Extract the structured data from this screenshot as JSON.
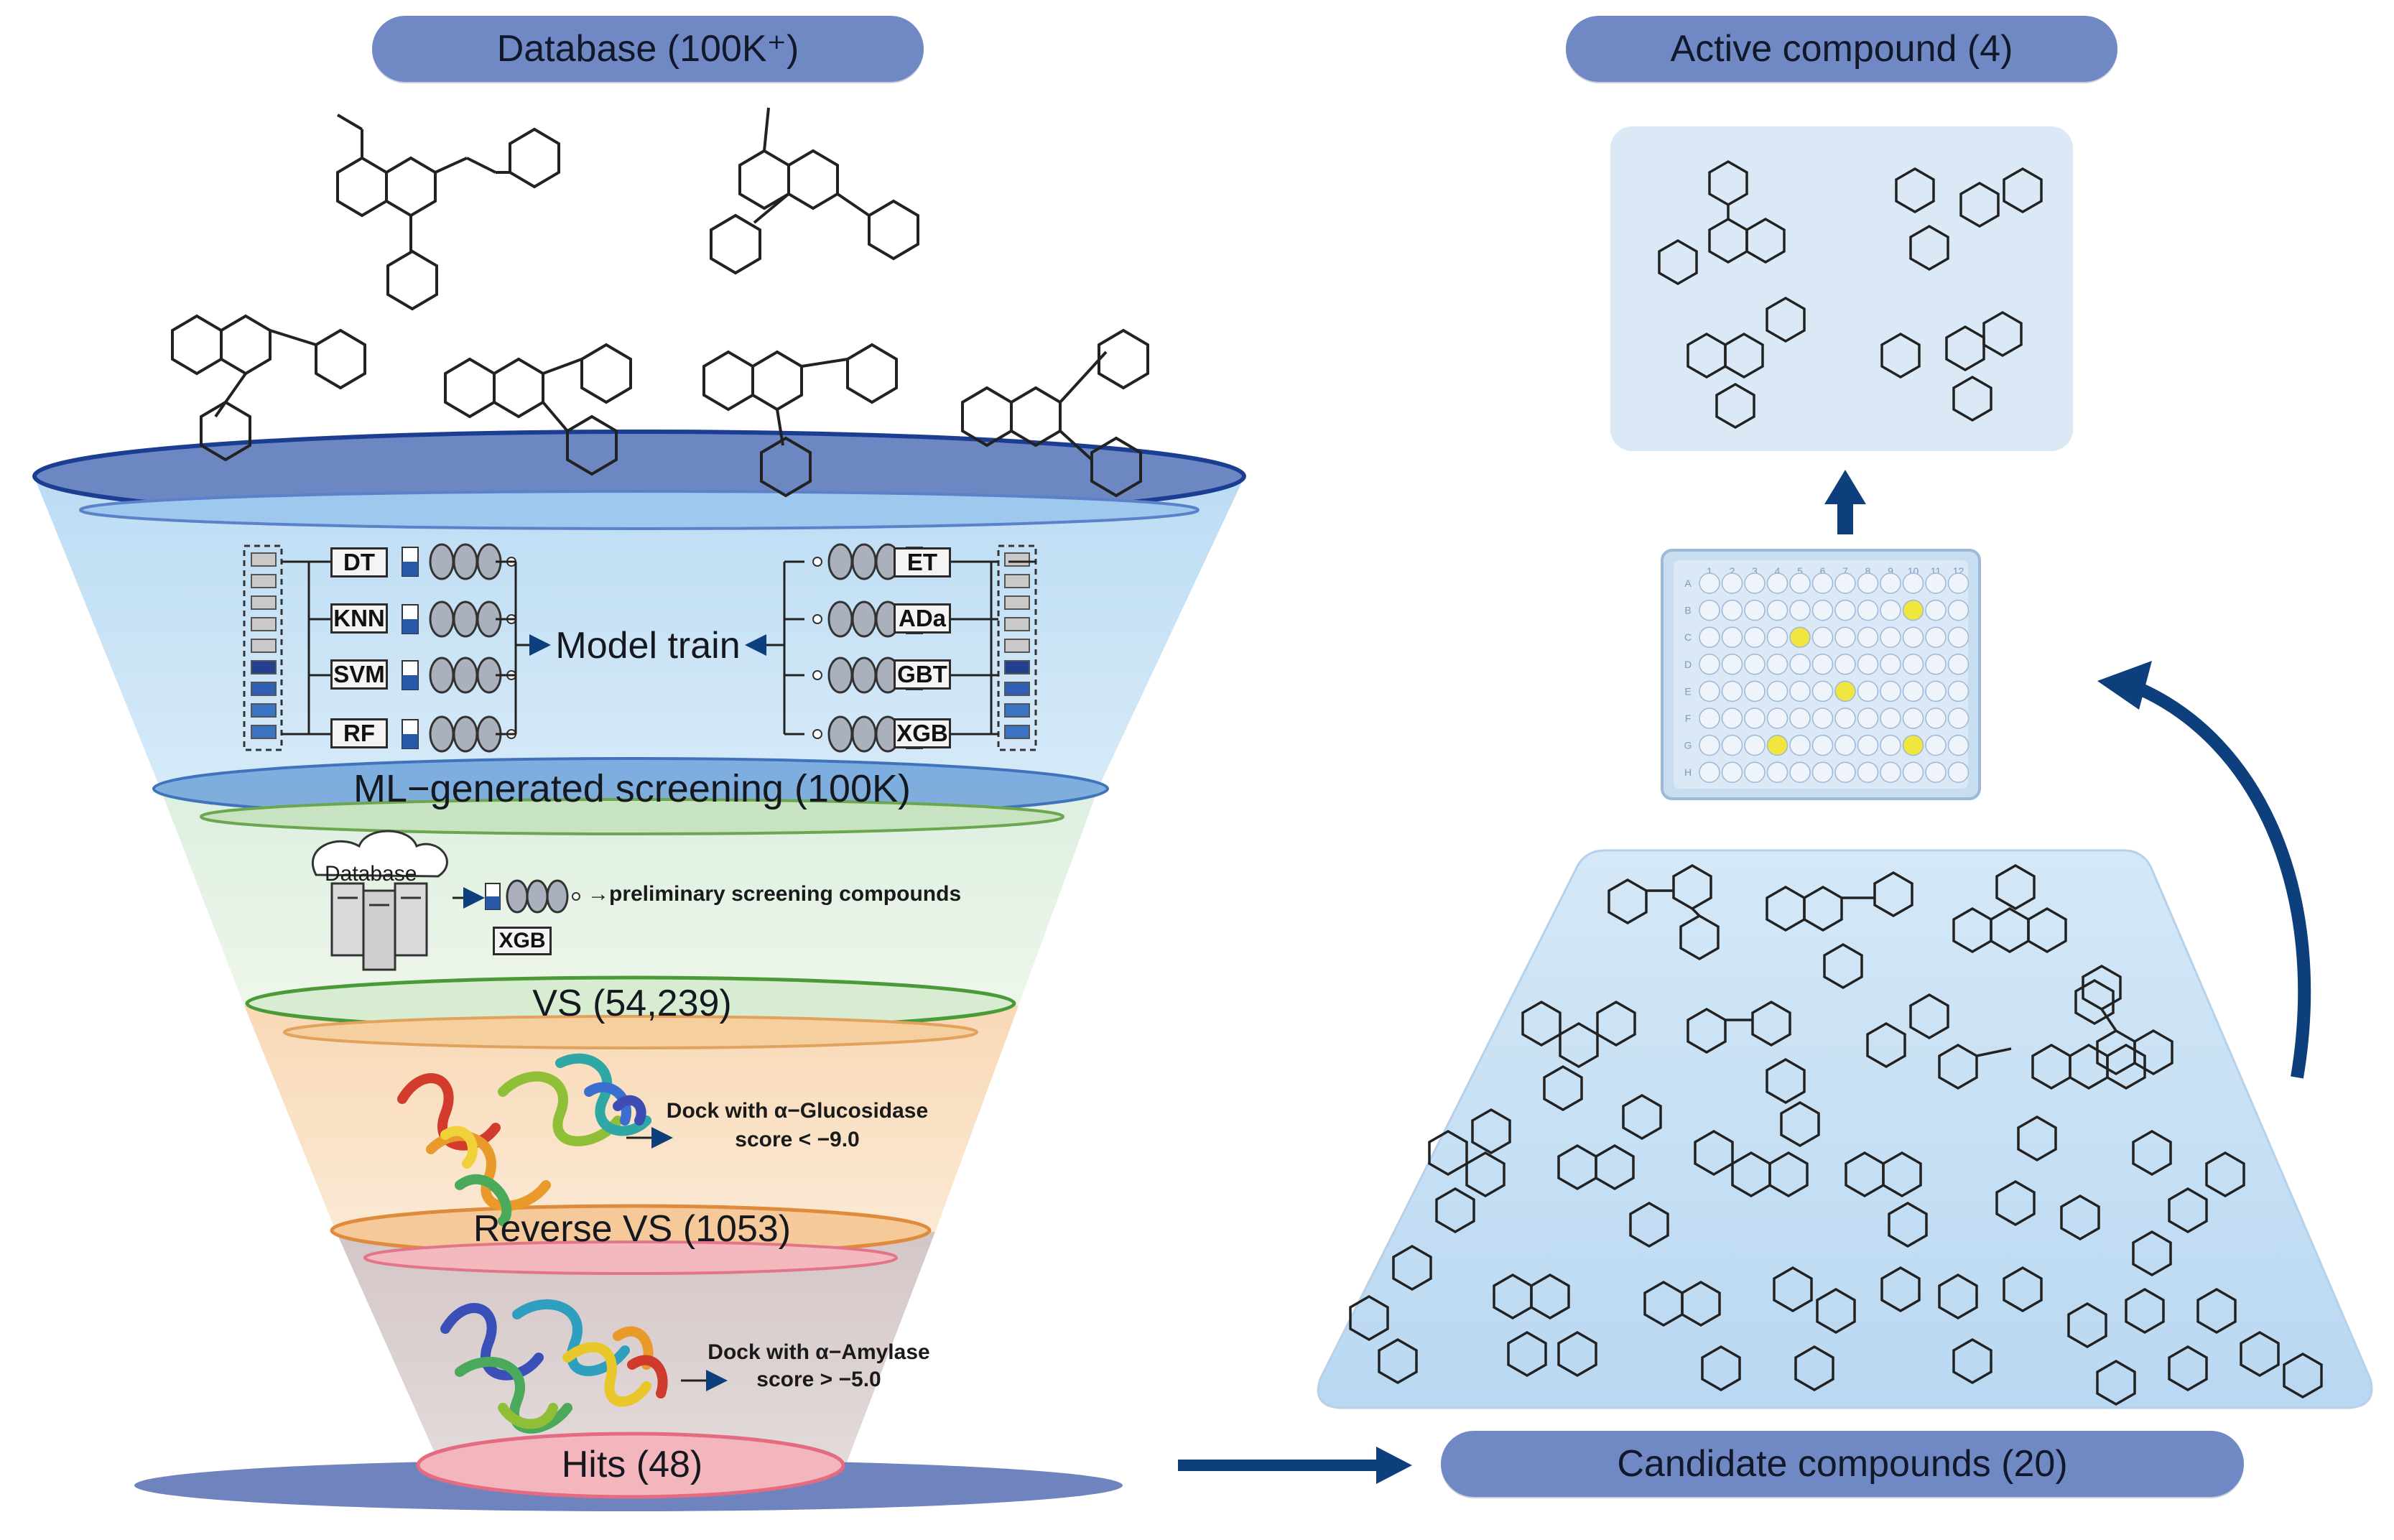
{
  "funnel": {
    "database_label": "Database (100K⁺)",
    "stages": [
      {
        "id": "ml",
        "label": "ML−generated screening (100K)"
      },
      {
        "id": "vs",
        "label": "VS (54,239)"
      },
      {
        "id": "reverse",
        "label": "Reverse VS (1053)"
      },
      {
        "id": "hits",
        "label": "Hits (48)"
      }
    ],
    "model_train": {
      "title": "Model train",
      "left_models": [
        "DT",
        "KNN",
        "SVM",
        "RF"
      ],
      "right_models": [
        "ET",
        "ADa",
        "GBT",
        "XGB"
      ]
    },
    "preliminary": {
      "database_icon_label": "Database",
      "model_label": "XGB",
      "text": "→preliminary screening compounds"
    },
    "dock_glucosidase": {
      "line1": "Dock with α−Glucosidase",
      "line2": "score < −9.0"
    },
    "dock_amylase": {
      "line1": "Dock with α−Amylase",
      "line2": "score > −5.0"
    }
  },
  "right_panel": {
    "active_label": "Active compound (4)",
    "candidate_label": "Candidate compounds (20)",
    "plate": {
      "columns": [
        "1",
        "2",
        "3",
        "4",
        "5",
        "6",
        "7",
        "8",
        "9",
        "10",
        "11",
        "12"
      ],
      "rows": [
        "A",
        "B",
        "C",
        "D",
        "E",
        "F",
        "G",
        "H"
      ],
      "hit_wells": [
        "B10",
        "C5",
        "E7",
        "G4",
        "G10"
      ]
    }
  },
  "colors": {
    "pill": "#7088c4",
    "ml_band": "#cfe4f5",
    "vs_band": "#e4f1e3",
    "reverse_band": "#f9e2c4",
    "hits_band": "#d9cfcf",
    "arrow": "#0d3f7d",
    "hit_well": "#f1e640"
  }
}
